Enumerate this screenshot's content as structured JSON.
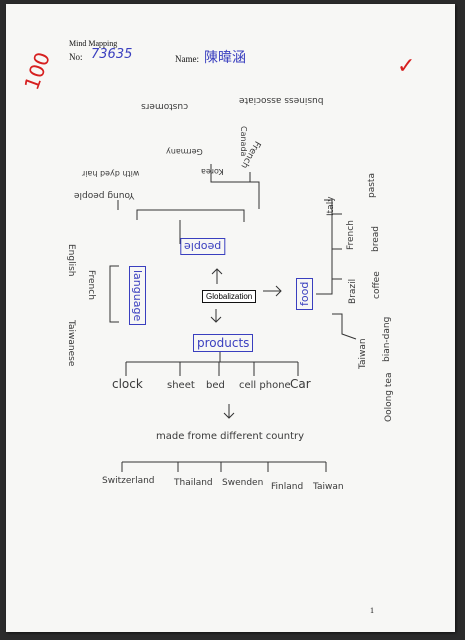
{
  "header": {
    "title": "Mind Mapping",
    "no_label": "No:",
    "no_value": "73635",
    "name_label": "Name:",
    "name_value": "陳暐涵",
    "grade": "100",
    "check_mark": "✓"
  },
  "center": "Globalization",
  "people": {
    "label": "people",
    "groups": [
      {
        "head": "Young people",
        "items": [
          "with dyed hair"
        ]
      },
      {
        "head": "French",
        "items": [
          "Korea",
          "Germany",
          "Canada",
          "customers"
        ]
      },
      {
        "head": "business associate",
        "items": []
      }
    ]
  },
  "language": {
    "label": "language",
    "items": [
      "English",
      "French",
      "Taiwanese"
    ]
  },
  "food": {
    "label": "food",
    "items": [
      "Italy",
      "French",
      "Brazil",
      "Taiwan"
    ],
    "details": [
      "pasta",
      "bread",
      "coffee",
      "bian-dang",
      "Oolong tea"
    ]
  },
  "products": {
    "label": "products",
    "items": [
      "clock",
      "sheet",
      "bed",
      "cell phone",
      "Car"
    ],
    "made_from": "made frome different country",
    "countries": [
      "Switzerland",
      "Thailand",
      "Swenden",
      "Finland",
      "Taiwan"
    ]
  },
  "page_number": "1",
  "colors": {
    "ink": "#3a3a3a",
    "blue": "#3a3fbf",
    "red": "#d61f1f",
    "paper": "#f7f7f5"
  }
}
